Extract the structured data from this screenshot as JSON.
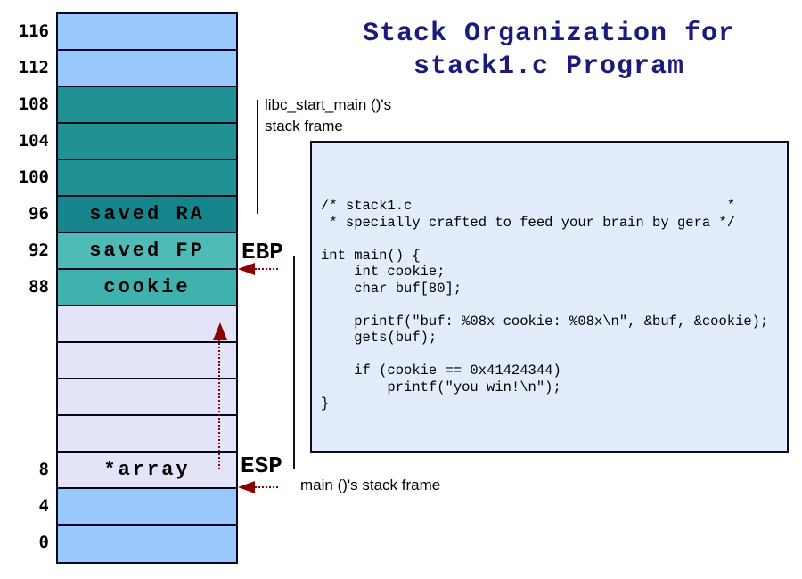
{
  "title": {
    "line1": "Stack Organization for",
    "line2": "stack1.c Program",
    "color": "#1b1b7e"
  },
  "stack": {
    "rows": [
      {
        "address": "116",
        "label": "",
        "color": "#99c9fc"
      },
      {
        "address": "112",
        "label": "",
        "color": "#99c9fc"
      },
      {
        "address": "108",
        "label": "",
        "color": "#219294"
      },
      {
        "address": "104",
        "label": "",
        "color": "#219294"
      },
      {
        "address": "100",
        "label": "",
        "color": "#219294"
      },
      {
        "address": "96",
        "label": "saved RA",
        "color": "#17868c"
      },
      {
        "address": "92",
        "label": "saved FP",
        "color": "#4fbab6"
      },
      {
        "address": "88",
        "label": "cookie",
        "color": "#3fb2ae"
      },
      {
        "address": "",
        "label": "",
        "color": "#e4e4f8"
      },
      {
        "address": "",
        "label": "",
        "color": "#e4e4f8"
      },
      {
        "address": "",
        "label": "",
        "color": "#e4e4f8"
      },
      {
        "address": "",
        "label": "",
        "color": "#e4e4f8"
      },
      {
        "address": "8",
        "label": "*array",
        "color": "#e4e4f8"
      },
      {
        "address": "4",
        "label": "",
        "color": "#99c9fc"
      },
      {
        "address": "0",
        "label": "",
        "color": "#99c9fc"
      }
    ]
  },
  "registers": {
    "ebp": "EBP",
    "esp": "ESP"
  },
  "annotations": {
    "libc_frame_line1": "libc_start_main ()'s",
    "libc_frame_line2": "stack frame",
    "main_frame": "main ()'s stack frame"
  },
  "code_box": {
    "lines": [
      "/* stack1.c                                      *",
      " * specially crafted to feed your brain by gera */",
      "",
      "int main() {",
      "    int cookie;",
      "    char buf[80];",
      "",
      "    printf(\"buf: %08x cookie: %08x\\n\", &buf, &cookie);",
      "    gets(buf);",
      "",
      "    if (cookie == 0x41424344)",
      "        printf(\"you win!\\n\");",
      "}"
    ]
  },
  "colors": {
    "arrow_red": "#8b0000",
    "title_navy": "#1b1b7e",
    "light_blue_cell": "#99c9fc",
    "teal_cell": "#219294",
    "saved_ra_cell": "#17868c",
    "saved_fp_cell": "#4fbab6",
    "cookie_cell": "#3fb2ae",
    "lavender_cell": "#e4e4f8",
    "code_bg": "#e2ecfa"
  }
}
